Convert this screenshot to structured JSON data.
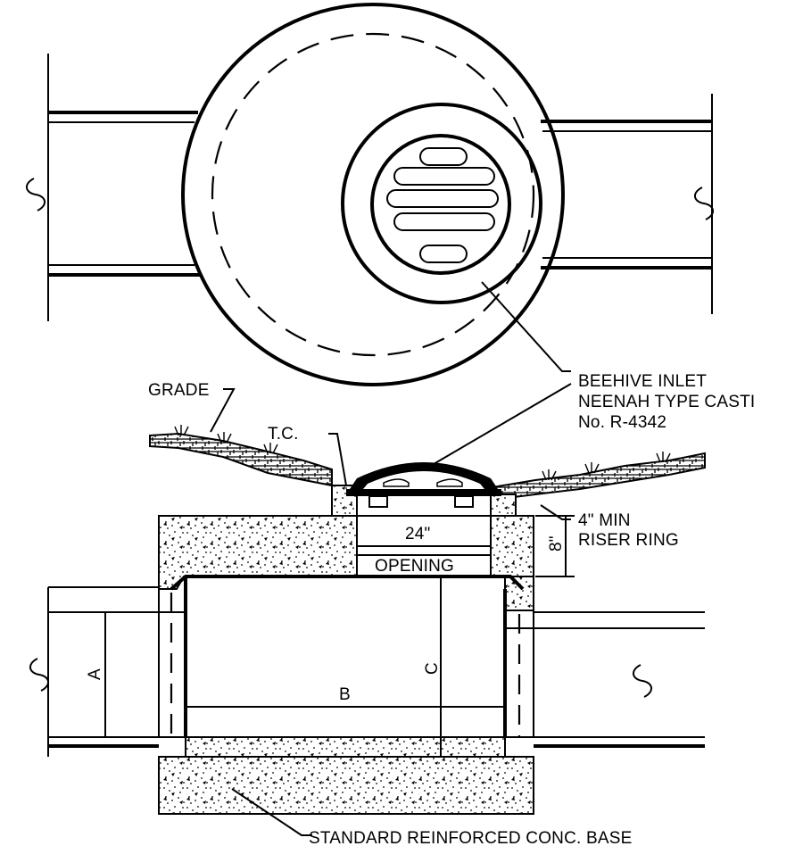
{
  "labels": {
    "grade": "GRADE",
    "tc": "T.C.",
    "inlet_line1": "BEEHIVE INLET",
    "inlet_line2": "NEENAH TYPE CASTI",
    "inlet_line3": "No. R-4342",
    "opening_size": "24\"",
    "opening": "OPENING",
    "riser_height": "8\"",
    "riser_line1": "4\" MIN",
    "riser_line2": "RISER RING",
    "dim_a": "A",
    "dim_b": "B",
    "dim_c": "C",
    "base": "STANDARD REINFORCED CONC. BASE"
  }
}
